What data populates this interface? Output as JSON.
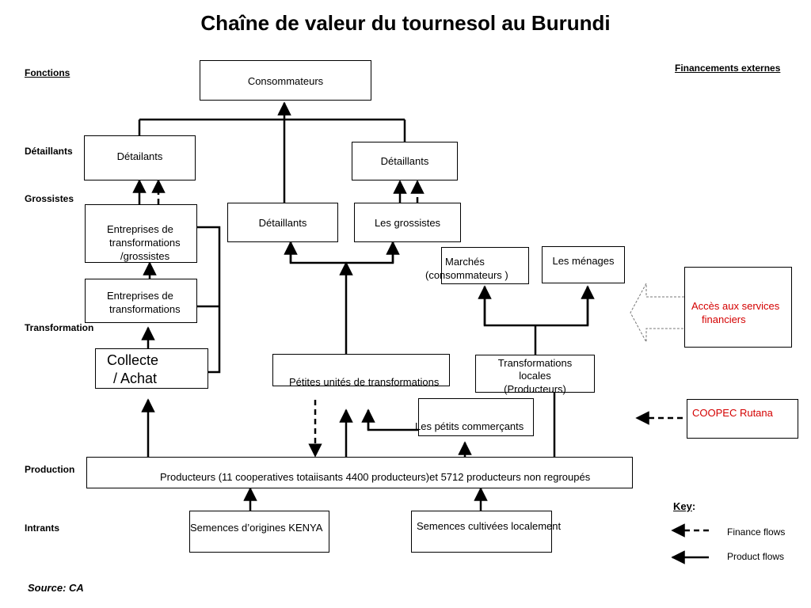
{
  "title": "Chaîne de valeur du tournesol au Burundi",
  "side_headers": {
    "functions": "Fonctions",
    "external_financing": "Financements externes"
  },
  "functions": {
    "retailers": "Détaillants",
    "wholesalers": "Grossistes",
    "transformation": "Transformation",
    "production": "Production",
    "inputs": "Intrants"
  },
  "nodes": {
    "consumers": "Consommateurs",
    "retailers_left": "Détailants",
    "retailers_right": "Détaillants",
    "retailers_mid": "Détaillants",
    "wholesalers_mid": "Les grossistes",
    "processing_wholesale": [
      "Entreprises de",
      "transformations",
      "/grossistes"
    ],
    "processing": [
      "Entreprises de",
      "transformations"
    ],
    "collection": [
      "Collecte",
      "/  Achat"
    ],
    "small_units": "Pétites unités de transformations",
    "markets": [
      "Marchés",
      "(consommateurs )"
    ],
    "households": "Les ménages",
    "local_transformations": [
      "Transformations",
      "locales",
      "(Producteurs)"
    ],
    "small_traders": "Les pétits commerçants",
    "producers": "Producteurs  (11 cooperatives totaiisants 4400 producteurs)et 5712 producteurs non regroupés",
    "seeds_kenya": "Semences d’origines KENYA",
    "seeds_local": "Semences cultivées  localement",
    "financial_services": [
      "Accès  aux services",
      "financiers"
    ],
    "coopec": "COOPEC Rutana"
  },
  "key": {
    "title": "Key",
    "finance_flows": "Finance flows",
    "product_flows": "Product flows"
  },
  "source": "Source:  CA",
  "colors": {
    "highlight_text": "#d40000",
    "line": "#000000"
  }
}
